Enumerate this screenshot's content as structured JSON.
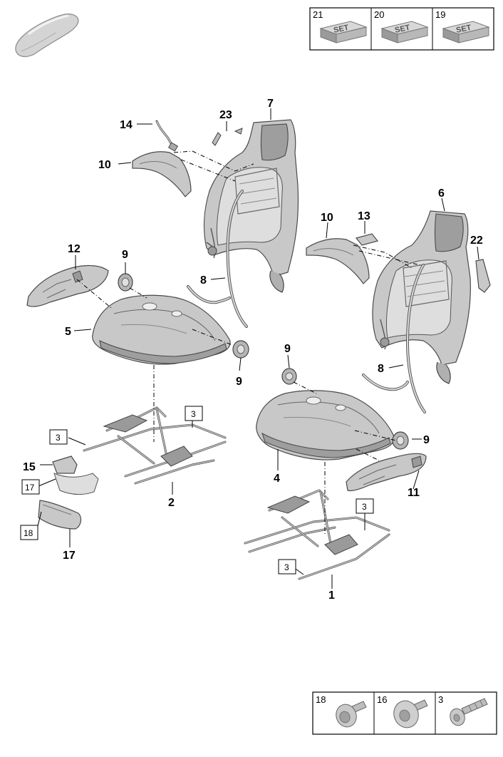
{
  "set_cells": [
    {
      "number": "21",
      "label": "SET"
    },
    {
      "number": "20",
      "label": "SET"
    },
    {
      "number": "19",
      "label": "SET"
    }
  ],
  "screw_cells": [
    "18",
    "16",
    "3"
  ],
  "labels": {
    "p1": "1",
    "p2": "2",
    "p4": "4",
    "p5": "5",
    "p6": "6",
    "p7": "7",
    "p8a": "8",
    "p8b": "8",
    "p9a": "9",
    "p9b": "9",
    "p9c": "9",
    "p9d": "9",
    "p10a": "10",
    "p10b": "10",
    "p11": "11",
    "p12": "12",
    "p13": "13",
    "p14": "14",
    "p15": "15",
    "p17": "17",
    "p22": "22",
    "p23": "23"
  },
  "boxed_labels": {
    "b3a": "3",
    "b3b": "3",
    "b3c": "3",
    "b3d": "3",
    "b17": "17",
    "b18": "18"
  },
  "colors": {
    "part_fill": "#c8c8c8",
    "outline": "#4a4a4a",
    "ink": "#000000"
  },
  "icons": [
    "car-thumbnail-icon",
    "set-block-icon",
    "screw-icon"
  ]
}
